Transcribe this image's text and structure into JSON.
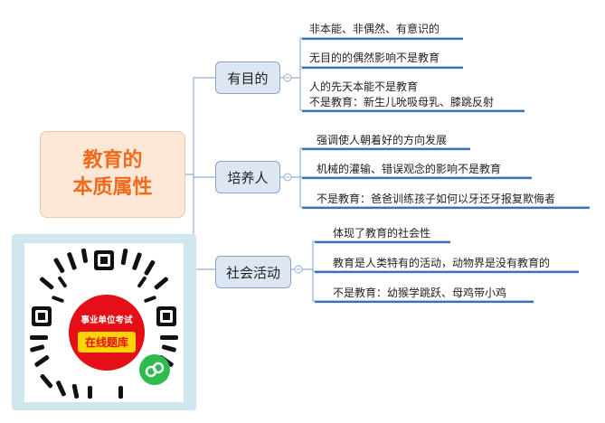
{
  "root": {
    "line1": "教育的",
    "line2": "本质属性"
  },
  "branches": [
    {
      "label": "有目的",
      "leaves": [
        {
          "lines": [
            "非本能、非偶然、有意识的"
          ]
        },
        {
          "lines": [
            "无目的的偶然影响不是教育"
          ]
        },
        {
          "lines": [
            "人的先天本能不是教育",
            "不是教育：新生儿吮吸母乳、膝跳反射"
          ]
        }
      ]
    },
    {
      "label": "培养人",
      "leaves": [
        {
          "lines": [
            "强调使人朝着好的方向发展"
          ]
        },
        {
          "lines": [
            "机械的灌输、错误观念的影响不是教育"
          ]
        },
        {
          "lines": [
            "不是教育：爸爸训练孩子如何以牙还牙报复欺侮者"
          ]
        }
      ]
    },
    {
      "label": "社会活动",
      "leaves": [
        {
          "lines": [
            "体现了教育的社会性"
          ]
        },
        {
          "lines": [
            "教育是人类特有的活动，动物界是没有教育的"
          ]
        },
        {
          "lines": [
            "不是教育：幼猴学跳跃、母鸡带小鸡"
          ]
        }
      ]
    }
  ],
  "qr": {
    "badge_top": "事业单位考试",
    "badge_main": "在线题库"
  },
  "colors": {
    "root_text": "#f26a1b",
    "root_fill": "#fde8d7",
    "branch_fill": "#dde6f3",
    "branch_border": "#8aa3c8",
    "connector": "#8fb0d6",
    "underline": "#3b6fbf",
    "badge_red": "#e40f17",
    "badge_yellow": "#ffd400",
    "qr_frame": "#cfe6ef"
  }
}
